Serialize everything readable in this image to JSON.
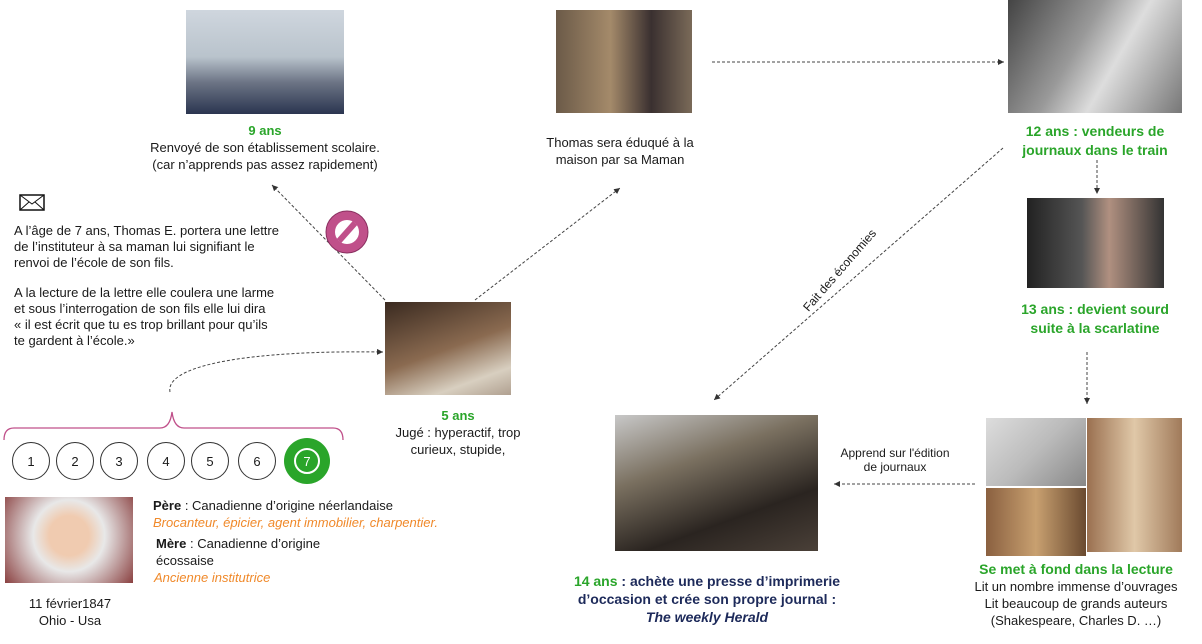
{
  "age9": {
    "title": "9 ans",
    "line1": "Renvoyé de son établissement scolaire.",
    "line2": "(car n’apprends pas assez rapidement)"
  },
  "home": {
    "line1": "Thomas sera éduqué à la",
    "line2": "maison par sa Maman"
  },
  "age12": {
    "line1": "12 ans : vendeurs de",
    "line2": "journaux dans le train"
  },
  "age13": {
    "line1": "13 ans :  devient sourd",
    "line2": "suite à la scarlatine"
  },
  "economies": "Fait des économies",
  "letter": {
    "p1": [
      "A l’âge de 7 ans, Thomas E. portera une lettre",
      "de l’instituteur à sa maman lui signifiant le",
      "renvoi de l’école de son fils."
    ],
    "p2": [
      "A la lecture de la lettre elle coulera une larme",
      "et sous l’interrogation de son fils elle lui dira",
      "« il est écrit que tu es trop brillant pour qu’ils",
      "te gardent à l’école.»"
    ]
  },
  "age5": {
    "title": "5 ans",
    "line1": "Jugé : hyperactif, trop",
    "line2": "curieux, stupide,"
  },
  "steps": [
    "1",
    "2",
    "3",
    "4",
    "5",
    "6",
    "7"
  ],
  "active_step": "7",
  "birth": {
    "date": "11 février1847",
    "place": "Ohio - Usa"
  },
  "father": {
    "label": "Père",
    "text": " : Canadienne d’origine néerlandaise",
    "jobs": "Brocanteur, épicier,  agent immobilier, charpentier."
  },
  "mother": {
    "label": "Mère",
    "text": " : Canadienne d’origine",
    "text2": "écossaise",
    "jobs": "Ancienne institutrice"
  },
  "apprend": {
    "line1": "Apprend sur l'édition",
    "line2": "de journaux"
  },
  "age14": {
    "age": "14 ans",
    "line1": " : achète une presse d’imprimerie",
    "line2": "d’occasion et crée son propre journal :",
    "line3": "The weekly Herald"
  },
  "reading": {
    "title": "Se met à fond dans la lecture",
    "line1": "Lit un nombre immense d’ouvrages",
    "line2": "Lit beaucoup de grands auteurs",
    "line3": "(Shakespeare, Charles D. …)"
  },
  "colors": {
    "green": "#2aa52a",
    "navy": "#1d2a5a",
    "orange": "#f0892a",
    "forbidden": "#c0508a"
  }
}
